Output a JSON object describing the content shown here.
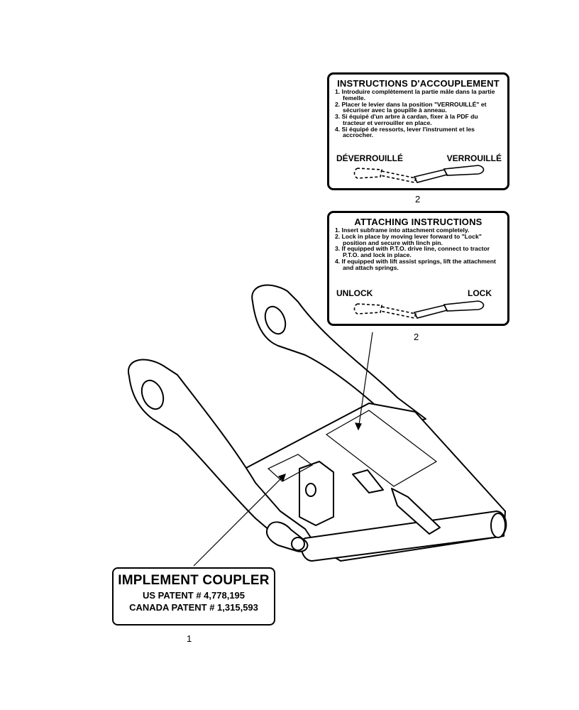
{
  "callouts": {
    "french": "2",
    "english": "2",
    "coupler": "1"
  },
  "decal_french": {
    "title": "INSTRUCTIONS D'ACCOUPLEMENT",
    "steps": [
      "1. Introduire complètement la partie mâle dans la partie femelle.",
      "2. Placer le levier dans la position \"VERROUILLÉ\" et sécuriser avec la goupille à anneau.",
      "3. Si équipé d'un arbre à cardan, fixer à la PDF du tracteur et verrouiller en place.",
      "4. Si équipé de ressorts, lever l'instrument et les accrocher."
    ],
    "unlock_label": "DÉVERROUILLÉ",
    "lock_label": "VERROUILLÉ"
  },
  "decal_english": {
    "title": "ATTACHING INSTRUCTIONS",
    "steps": [
      "1. Insert subframe into attachment completely.",
      "2. Lock in place by moving lever forward to \"Lock\" position and secure with linch pin.",
      "3. If equipped with P.T.O. drive line, connect to tractor P.T.O. and lock in place.",
      "4. If equipped with lift assist springs, lift the attachment and attach springs."
    ],
    "unlock_label": "UNLOCK",
    "lock_label": "LOCK"
  },
  "decal_coupler": {
    "name": "IMPLEMENT COUPLER",
    "us_patent": "US PATENT # 4,778,195",
    "canada_patent": "CANADA PATENT # 1,315,593"
  }
}
